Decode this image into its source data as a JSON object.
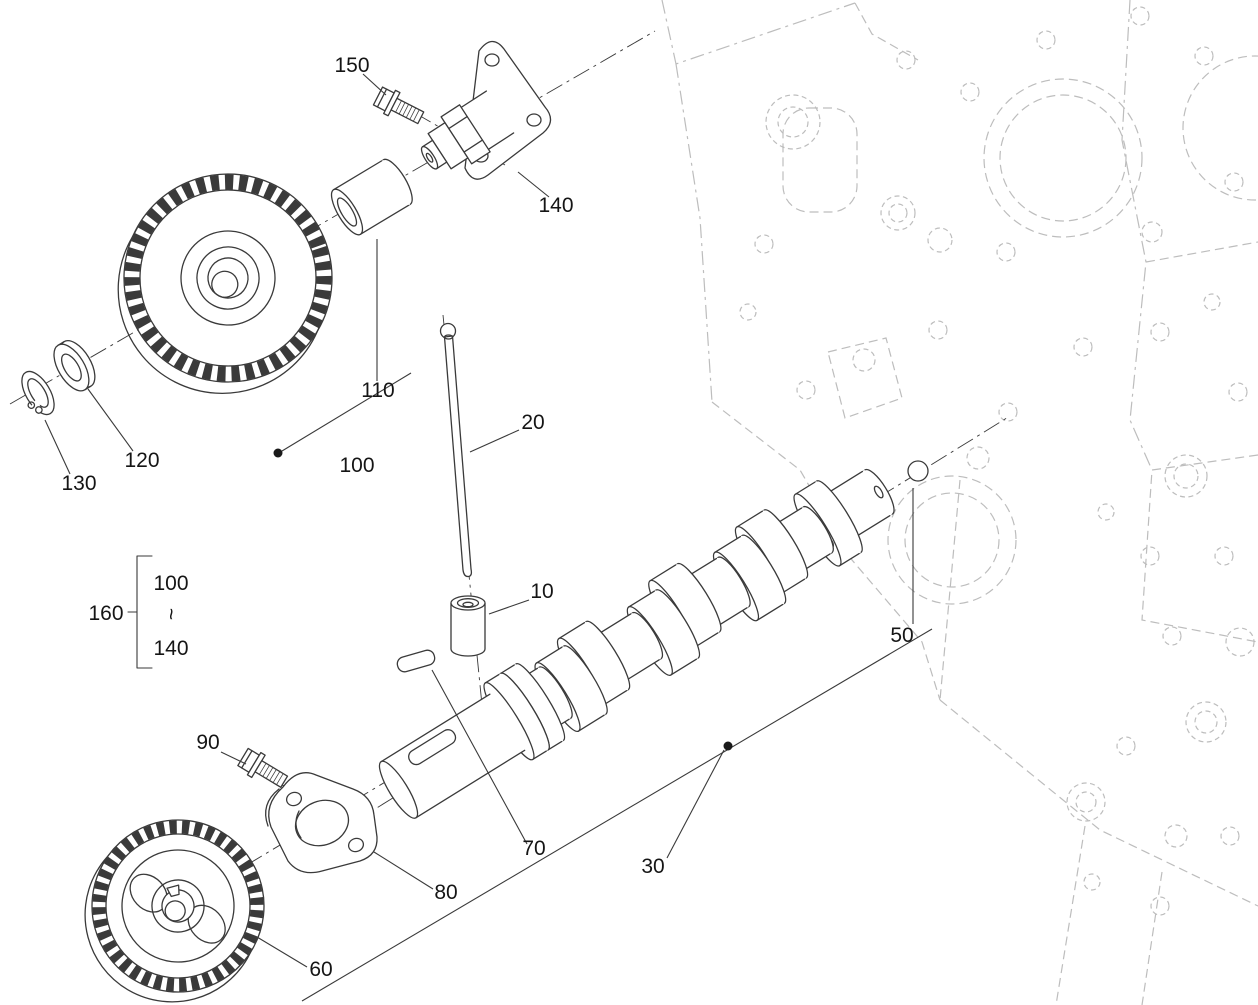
{
  "labels": {
    "10": "10",
    "20": "20",
    "30": "30",
    "50": "50",
    "60": "60",
    "70": "70",
    "80": "80",
    "90": "90",
    "100": "100",
    "110": "110",
    "120": "120",
    "130": "130",
    "140": "140",
    "150": "150"
  },
  "bracket": {
    "label": "160",
    "start": "100",
    "tilde": "~",
    "end": "140"
  },
  "colors": {
    "part": "#3a3a3a",
    "hidden": "#bdbdbd",
    "label": "#151515",
    "bg": "#ffffff",
    "dot": "#1a1a1a"
  }
}
